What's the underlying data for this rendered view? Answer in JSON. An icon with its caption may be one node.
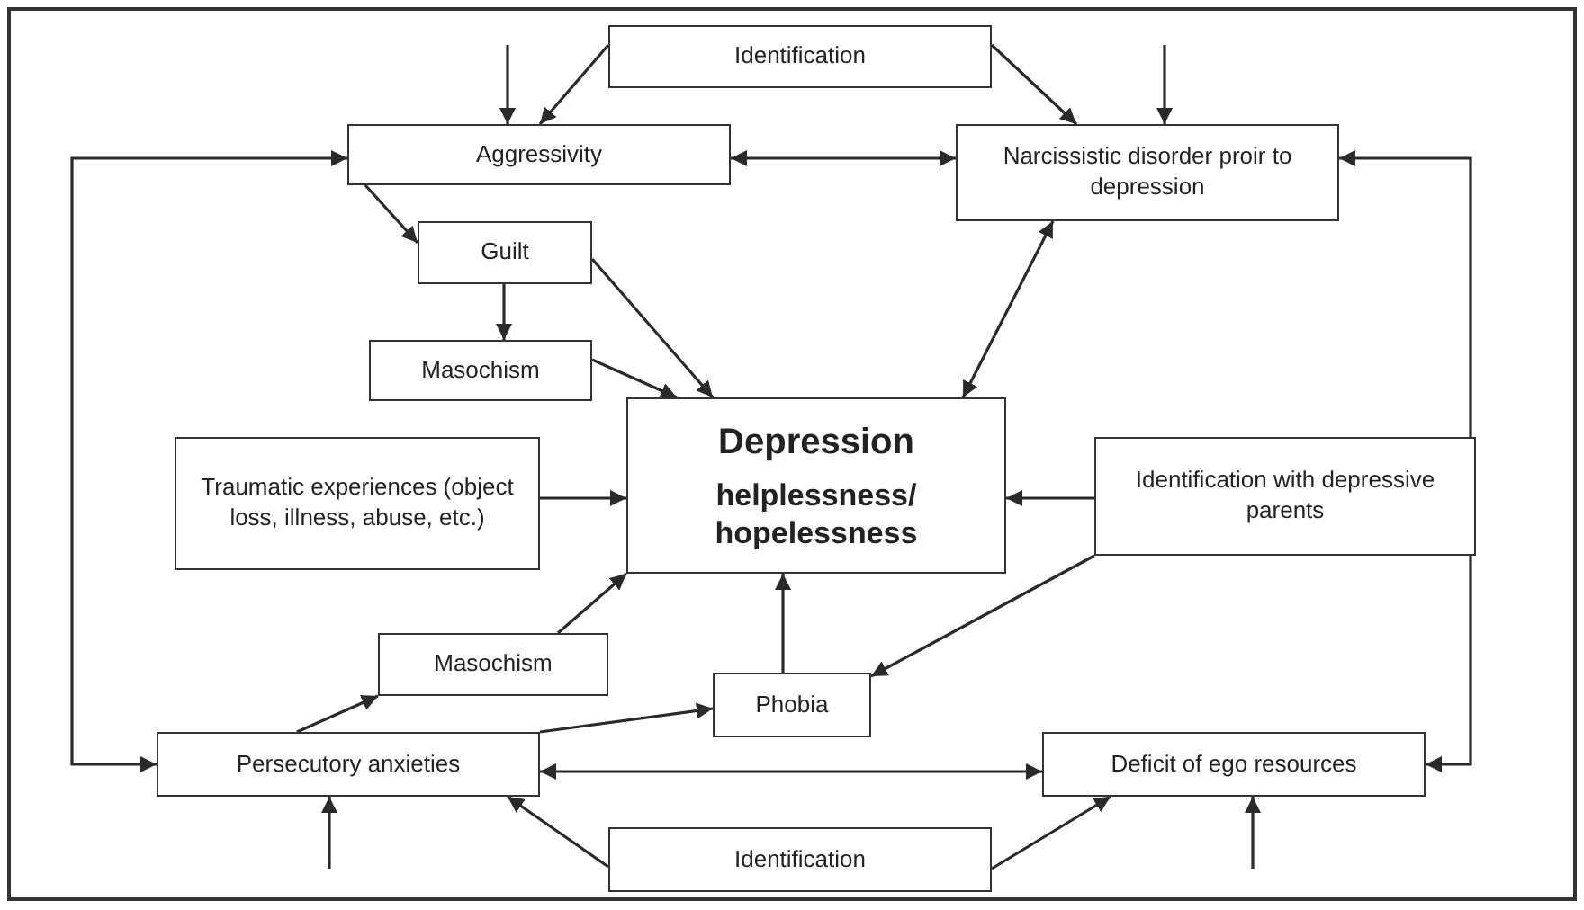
{
  "diagram": {
    "nodes": [
      {
        "text": [
          "Identification"
        ]
      },
      {
        "text": [
          "Aggressivity"
        ]
      },
      {
        "text": [
          "Narcissistic disorder proir to depression"
        ]
      },
      {
        "text": [
          "Guilt"
        ]
      },
      {
        "text": [
          "Masochism"
        ]
      },
      {
        "text": [
          "Traumatic experiences (object loss, illness, abuse, etc.)"
        ]
      },
      {
        "text": [
          "Depression",
          "helplessness/ hopelessness"
        ]
      },
      {
        "text": [
          "Identification with depressive parents"
        ]
      },
      {
        "text": [
          "Masochism"
        ]
      },
      {
        "text": [
          "Phobia"
        ]
      },
      {
        "text": [
          "Persecutory anxieties"
        ]
      },
      {
        "text": [
          "Deficit of ego resources"
        ]
      },
      {
        "text": [
          "Identification"
        ]
      }
    ],
    "edges": [
      {
        "from": null,
        "to": 1,
        "arrow": "to"
      },
      {
        "from": 0,
        "to": 1,
        "arrow": "to"
      },
      {
        "from": 0,
        "to": 2,
        "arrow": "to"
      },
      {
        "from": null,
        "to": 2,
        "arrow": "to"
      },
      {
        "from": 1,
        "to": 2,
        "arrow": "both"
      },
      {
        "from": 1,
        "to": 10,
        "arrow": "both"
      },
      {
        "from": 2,
        "to": 11,
        "arrow": "both"
      },
      {
        "from": 1,
        "to": 3,
        "arrow": "to"
      },
      {
        "from": 3,
        "to": 6,
        "arrow": "to"
      },
      {
        "from": 3,
        "to": 4,
        "arrow": "to"
      },
      {
        "from": 4,
        "to": 6,
        "arrow": "to"
      },
      {
        "from": 2,
        "to": 6,
        "arrow": "both"
      },
      {
        "from": 5,
        "to": 6,
        "arrow": "to"
      },
      {
        "from": 7,
        "to": 6,
        "arrow": "to"
      },
      {
        "from": 8,
        "to": 6,
        "arrow": "to"
      },
      {
        "from": 10,
        "to": 8,
        "arrow": "to"
      },
      {
        "from": 10,
        "to": 9,
        "arrow": "to"
      },
      {
        "from": 9,
        "to": 6,
        "arrow": "to"
      },
      {
        "from": 7,
        "to": 9,
        "arrow": "to"
      },
      {
        "from": 10,
        "to": 11,
        "arrow": "both"
      },
      {
        "from": 12,
        "to": 10,
        "arrow": "to"
      },
      {
        "from": 12,
        "to": 11,
        "arrow": "to"
      },
      {
        "from": null,
        "to": 10,
        "arrow": "to"
      },
      {
        "from": null,
        "to": 11,
        "arrow": "to"
      }
    ]
  }
}
